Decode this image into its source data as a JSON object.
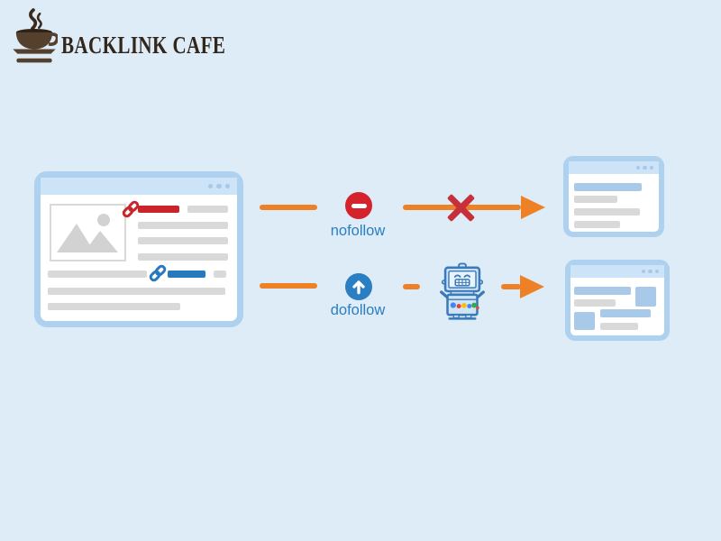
{
  "background": "#deecf8",
  "brand": {
    "name": "BACKLINK CAFE",
    "logo_icon": "coffee-cup-icon",
    "text_color": "#33261b",
    "cup_color": "#54402c"
  },
  "palette": {
    "orange_flow": "#ee8126",
    "nofollow_red": "#d5232e",
    "x_mark_red": "#c5303a",
    "dofollow_blue": "#2b7ec2",
    "label_blue": "#2b7ec2",
    "window_border": "#aed1ef",
    "window_header": "#cde3f7",
    "header_dots": "#a9c9e8",
    "content_gray": "#d9d9d9",
    "content_blue": "#a9c9e9",
    "red_link": "#c9252b",
    "blue_link": "#2878be"
  },
  "flows": [
    {
      "id": "nofollow",
      "label": "nofollow",
      "badge_icon": "no-entry-icon",
      "badge_color": "#d5232e",
      "middle_icon": "x-mark-icon",
      "source_link_icon": "chain-link-icon",
      "source_link_color": "#c9252b"
    },
    {
      "id": "dofollow",
      "label": "dofollow",
      "badge_icon": "up-arrow-icon",
      "badge_color": "#2b7ec2",
      "middle_icon": "robot-crawler-icon",
      "source_link_icon": "chain-link-icon",
      "source_link_color": "#2878be"
    }
  ],
  "robot": {
    "dot_colors": [
      "#4285f4",
      "#ea4335",
      "#fbbc05",
      "#4285f4",
      "#34a853",
      "#ea4335"
    ]
  },
  "windows": {
    "source": {
      "icon": "browser-window",
      "header_dots": 3
    },
    "nofollow_target": {
      "icon": "browser-window",
      "header_dots": 3
    },
    "dofollow_target": {
      "icon": "browser-window",
      "header_dots": 3
    }
  }
}
